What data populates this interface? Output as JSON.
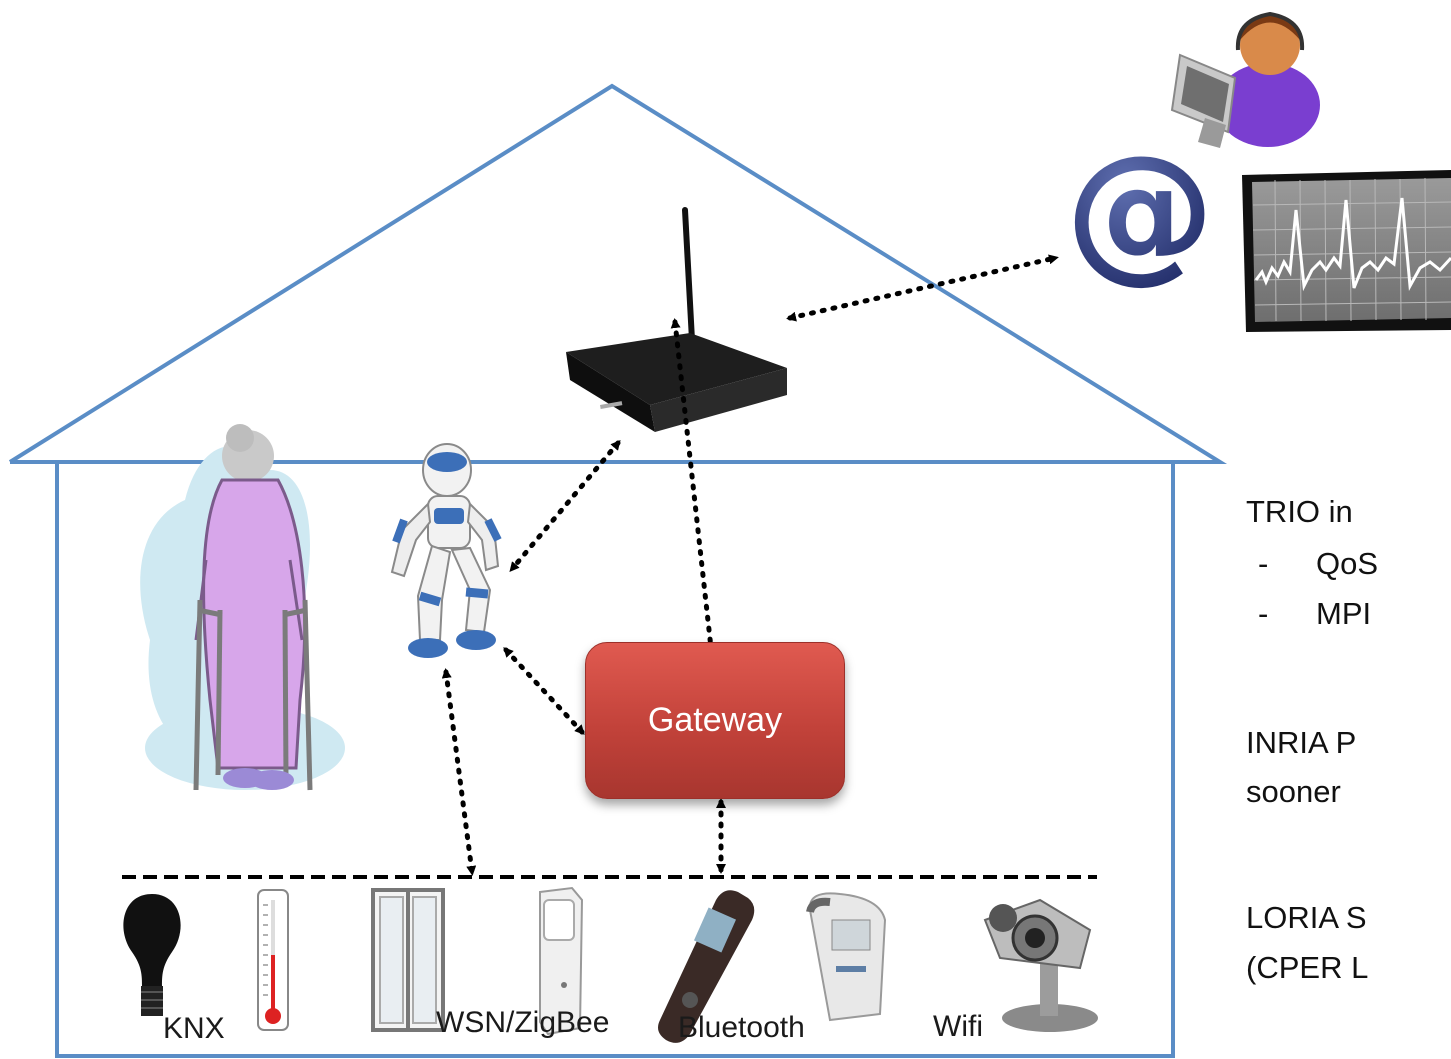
{
  "gateway": {
    "label": "Gateway"
  },
  "devices": {
    "knx": "KNX",
    "wsn": "WSN/ZigBee",
    "bluetooth": "Bluetooth",
    "wifi": "Wifi"
  },
  "side_text": {
    "line1": "TRIO in",
    "line2_dash": "-",
    "line2": "QoS",
    "line3_dash": "-",
    "line3": "MPI",
    "line4": "INRIA P",
    "line5": "sooner",
    "line6": "LORIA S",
    "line7": "(CPER L"
  },
  "colors": {
    "house_outline": "#5a8dc6",
    "gateway_fill": "#c2423a",
    "arrow": "#000000"
  },
  "icons": [
    "house-outline",
    "router-icon",
    "at-sign-icon",
    "operator-icon",
    "monitor-waveform-icon",
    "robot-icon",
    "elderly-person-icon",
    "light-bulb-icon",
    "thermometer-icon",
    "window-icon",
    "motion-sensor-icon",
    "remote-control-icon",
    "blood-pressure-monitor-icon",
    "webcam-icon"
  ]
}
